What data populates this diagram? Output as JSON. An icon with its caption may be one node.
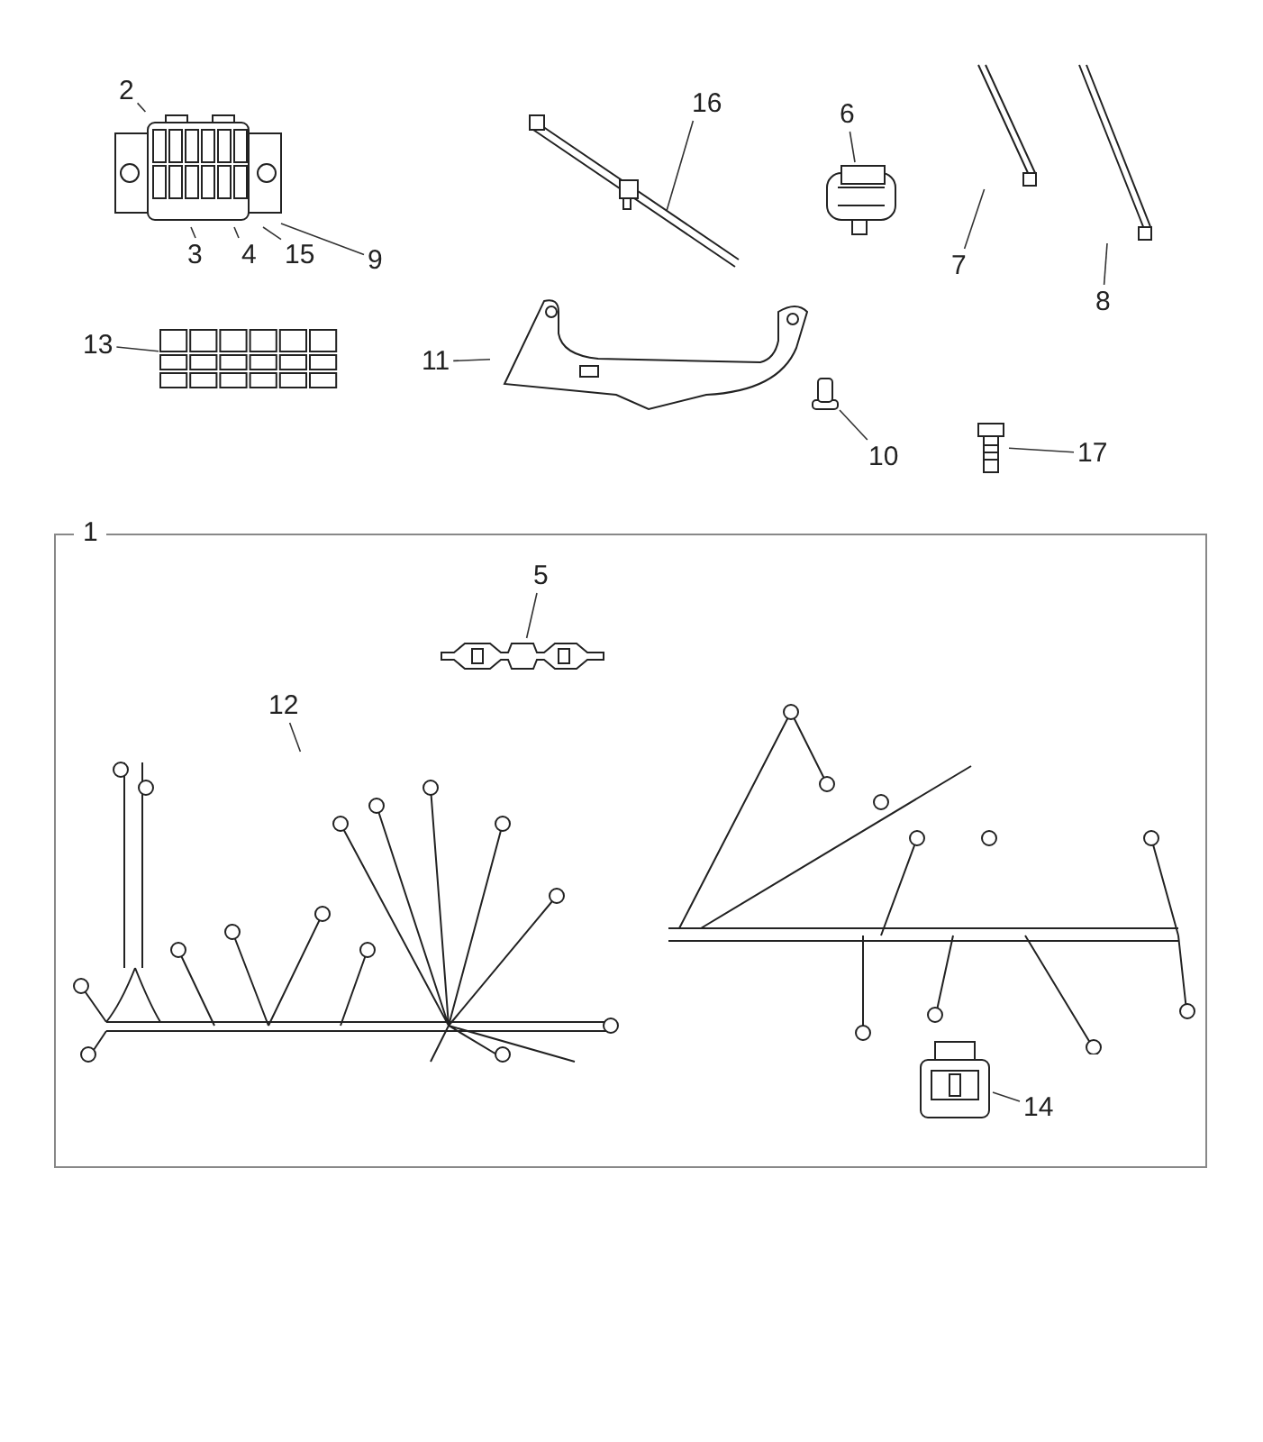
{
  "diagram": {
    "nodes": [
      {
        "text": [
          "2"
        ]
      },
      {
        "text": [],
        "shape": "picture"
      },
      {
        "text": [
          "3"
        ]
      },
      {
        "text": [
          "4"
        ]
      },
      {
        "text": [
          "15"
        ]
      },
      {
        "text": [
          "9"
        ]
      },
      {
        "text": [
          "16"
        ]
      },
      {
        "text": [],
        "shape": "picture"
      },
      {
        "text": [
          "6"
        ]
      },
      {
        "text": [],
        "shape": "picture"
      },
      {
        "text": [
          "7"
        ]
      },
      {
        "text": [],
        "shape": "bar"
      },
      {
        "text": [
          "8"
        ]
      },
      {
        "text": [],
        "shape": "bar"
      },
      {
        "text": [
          "13"
        ]
      },
      {
        "text": [],
        "shape": "picture"
      },
      {
        "text": [
          "11"
        ]
      },
      {
        "text": [],
        "shape": "picture"
      },
      {
        "text": [
          "10"
        ]
      },
      {
        "text": [],
        "shape": "picture"
      },
      {
        "text": [
          "17"
        ]
      },
      {
        "text": [],
        "shape": "picture"
      },
      {
        "text": [
          "1"
        ]
      },
      {
        "text": [
          "5"
        ],
        "in": 22
      },
      {
        "text": [],
        "shape": "picture",
        "in": 22
      },
      {
        "text": [
          "12"
        ],
        "in": 22
      },
      {
        "text": [],
        "shape": "picture",
        "in": 22
      },
      {
        "text": [],
        "shape": "picture",
        "in": 22
      },
      {
        "text": [
          "14"
        ],
        "in": 22
      },
      {
        "text": [],
        "shape": "picture",
        "in": 22
      }
    ],
    "edges": [
      {
        "from": 0,
        "to": 1,
        "arrow": "none"
      },
      {
        "from": 2,
        "to": 1,
        "arrow": "none"
      },
      {
        "from": 3,
        "to": 1,
        "arrow": "none"
      },
      {
        "from": 4,
        "to": 1,
        "arrow": "none"
      },
      {
        "from": 5,
        "to": 1,
        "arrow": "none"
      },
      {
        "from": 6,
        "to": 7,
        "arrow": "none"
      },
      {
        "from": 8,
        "to": 9,
        "arrow": "none"
      },
      {
        "from": 10,
        "to": 11,
        "arrow": "none"
      },
      {
        "from": 12,
        "to": 13,
        "arrow": "none"
      },
      {
        "from": 14,
        "to": 15,
        "arrow": "none"
      },
      {
        "from": 16,
        "to": 17,
        "arrow": "none"
      },
      {
        "from": 18,
        "to": 19,
        "arrow": "none"
      },
      {
        "from": 20,
        "to": 21,
        "arrow": "none"
      },
      {
        "from": 23,
        "to": 24,
        "arrow": "none"
      },
      {
        "from": 25,
        "to": 26,
        "arrow": "none"
      },
      {
        "from": 28,
        "to": 29,
        "arrow": "none"
      }
    ]
  }
}
